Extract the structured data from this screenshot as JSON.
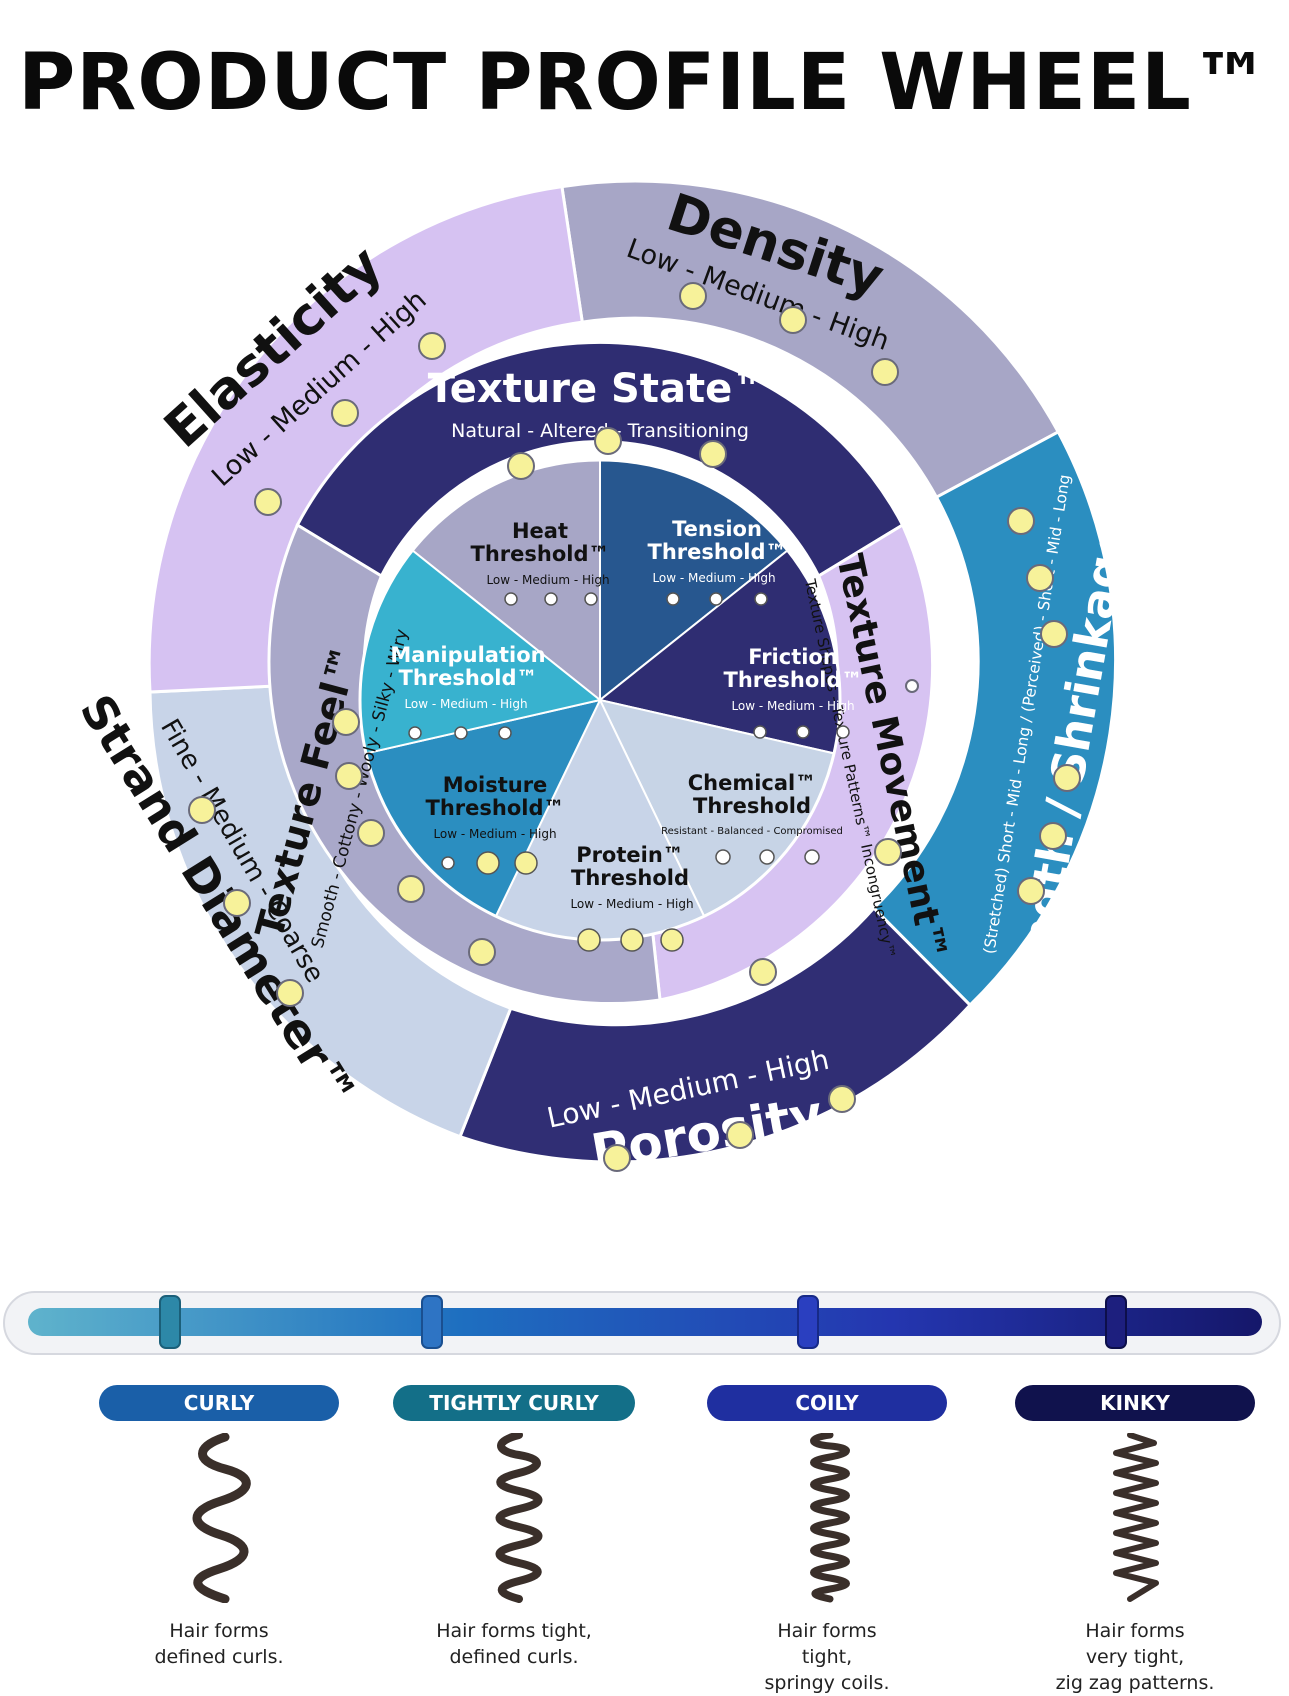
{
  "title": "PRODUCT PROFILE WHEEL™",
  "colors": {
    "lavender_light": "#d7c3f2",
    "lavender_gray": "#a8a7c8",
    "steel_light": "#c7d4e6",
    "navy": "#2f2d72",
    "teal_blue": "#2b8ec0",
    "cyan": "#38b2cf",
    "royal": "#27578f",
    "dot_fill": "#f7f29a"
  },
  "outer_ring": {
    "density": {
      "title": "Density",
      "scale": "Low - Medium - High"
    },
    "elasticity": {
      "title": "Elasticity",
      "scale": "Low - Medium - High"
    },
    "strand_diameter": {
      "title": "Strand Diameter™",
      "scale": "Fine - Medium - Coarse"
    },
    "porosity": {
      "title": "Porosity",
      "scale": "Low - Medium - High"
    },
    "length_shrinkage": {
      "title": "Length / Shrinkage",
      "scale": "(Stretched) Short - Mid - Long / (Perceived) - Short - Mid - Long"
    }
  },
  "middle_ring": {
    "texture_state": {
      "title": "Texture State™",
      "scale": "Natural - Altered - Transitioning"
    },
    "texture_feel": {
      "title": "Texture Feel™",
      "scale": "Smooth - Cottony - Wooly - Silky - Wiry"
    },
    "texture_movement": {
      "title": "Texture Movement™",
      "scale": "Texture Shapes - Texture Patterns™ Incongruency™"
    }
  },
  "inner_pie": {
    "heat": {
      "title_1": "Heat",
      "title_2": "Threshold™",
      "scale": "Low - Medium - High"
    },
    "tension": {
      "title_1": "Tension",
      "title_2": "Threshold™",
      "scale": "Low - Medium - High"
    },
    "friction": {
      "title_1": "Friction",
      "title_2": "Threshold™",
      "scale": "Low - Medium - High"
    },
    "chemical": {
      "title_1": "Chemical™",
      "title_2": "Threshold",
      "scale": "Resistant - Balanced - Compromised"
    },
    "protein": {
      "title_1": "Protein™",
      "title_2": "Threshold",
      "scale": "Low - Medium - High"
    },
    "moisture": {
      "title_1": "Moisture",
      "title_2": "Threshold™",
      "scale": "Low - Medium - High"
    },
    "manipulation": {
      "title_1": "Manipulation",
      "title_2": "Threshold™",
      "scale": "Low - Medium - High"
    }
  },
  "hair_types": [
    {
      "label": "CURLY",
      "description": "Hair forms\ndefined curls.",
      "color": "#1a5fa8"
    },
    {
      "label": "TIGHTLY CURLY",
      "description": "Hair forms tight,\ndefined curls.",
      "color": "#136f88"
    },
    {
      "label": "COILY",
      "description": "Hair forms\ntight,\nspringy coils.",
      "color": "#1f2fa0"
    },
    {
      "label": "KINKY",
      "description": "Hair forms\nvery tight,\nzig zag patterns.",
      "color": "#10124d"
    }
  ]
}
